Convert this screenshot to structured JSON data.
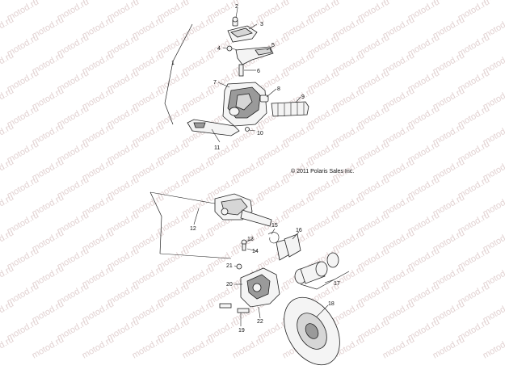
{
  "watermark": {
    "text": "motod.ru"
  },
  "copyright": "© 2011 Polaris Sales Inc.",
  "callouts": [
    {
      "id": "1",
      "label": "1"
    },
    {
      "id": "2",
      "label": "2"
    },
    {
      "id": "3",
      "label": "3"
    },
    {
      "id": "4",
      "label": "4"
    },
    {
      "id": "5",
      "label": "5"
    },
    {
      "id": "6",
      "label": "6"
    },
    {
      "id": "7",
      "label": "7"
    },
    {
      "id": "8",
      "label": "8"
    },
    {
      "id": "9",
      "label": "9"
    },
    {
      "id": "10",
      "label": "10"
    },
    {
      "id": "11",
      "label": "11"
    },
    {
      "id": "12",
      "label": "12"
    },
    {
      "id": "13",
      "label": "13"
    },
    {
      "id": "14",
      "label": "14"
    },
    {
      "id": "15",
      "label": "15"
    },
    {
      "id": "16",
      "label": "16"
    },
    {
      "id": "17",
      "label": "17"
    },
    {
      "id": "18",
      "label": "18"
    },
    {
      "id": "19",
      "label": "19"
    },
    {
      "id": "20",
      "label": "20"
    },
    {
      "id": "21",
      "label": "21"
    },
    {
      "id": "22",
      "label": "22"
    }
  ]
}
